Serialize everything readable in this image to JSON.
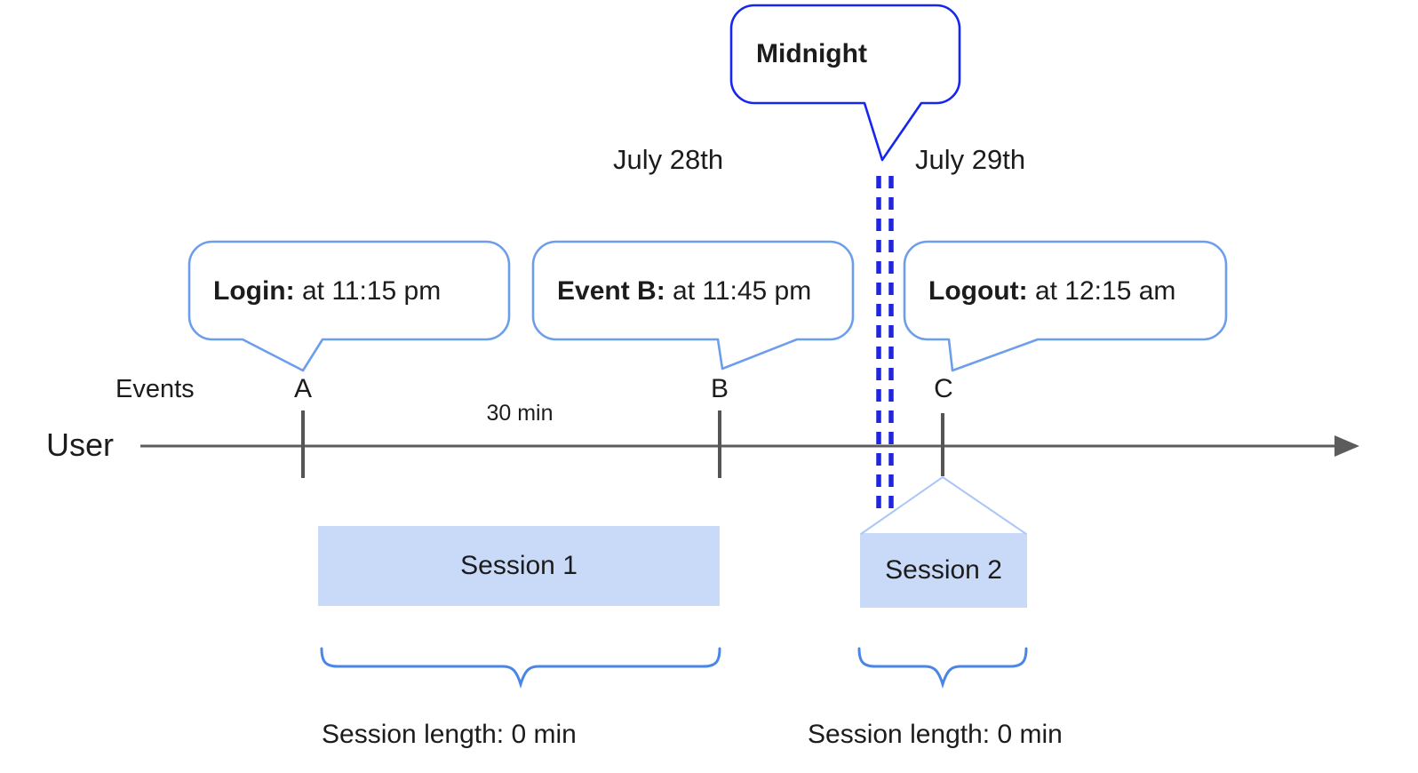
{
  "midnight_callout": {
    "label": "Midnight"
  },
  "date_labels": {
    "before": "July 28th",
    "after": "July 29th"
  },
  "event_callouts": [
    {
      "title": "Login:",
      "detail": " at 11:15 pm"
    },
    {
      "title": "Event B:",
      "detail": " at 11:45 pm"
    },
    {
      "title": "Logout:",
      "detail": " at 12:15 am"
    }
  ],
  "timeline": {
    "events_label": "Events",
    "user_label": "User",
    "interval_label": "30 min",
    "markers": [
      "A",
      "B",
      "C"
    ]
  },
  "sessions": [
    {
      "label": "Session 1",
      "length_label": "Session length: 0 min"
    },
    {
      "label": "Session 2",
      "length_label": "Session length: 0 min"
    }
  ],
  "colors": {
    "timeline_gray": "#5c5c5c",
    "callout_border_blue": "#6d9eeb",
    "midnight_border_blue": "#1626ee",
    "midnight_dash_blue": "#2026dd",
    "session_fill_blue": "#c9daf8",
    "brace_blue": "#4a86e8",
    "connector_light_blue": "#abc7f7",
    "text_black": "#1c1c1c"
  }
}
